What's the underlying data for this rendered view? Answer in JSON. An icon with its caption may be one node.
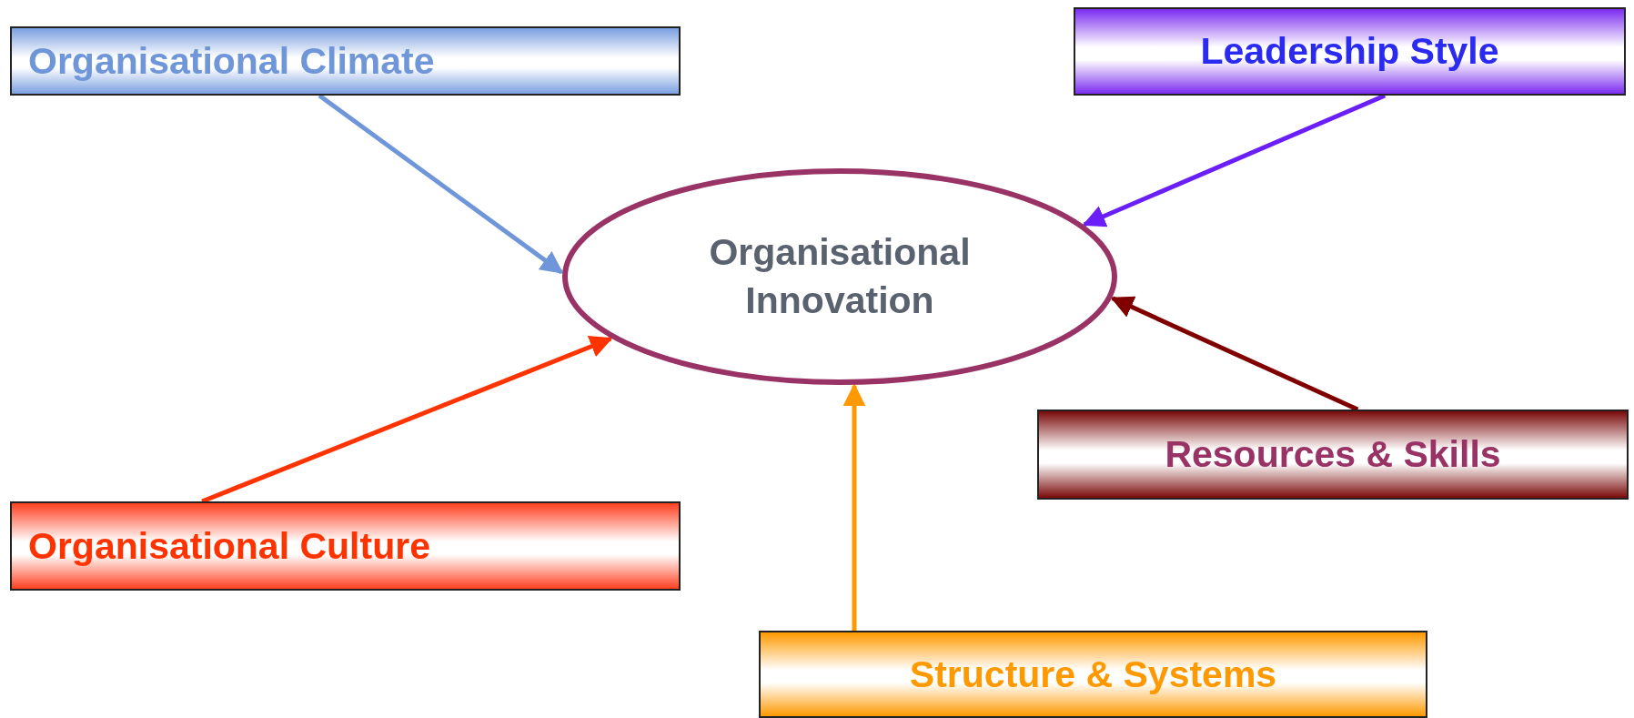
{
  "diagram": {
    "nodes": [
      {
        "text": [
          "Organisational Innovation"
        ]
      },
      {
        "text": [
          "Organisational Climate"
        ]
      },
      {
        "text": [
          "Leadership Style"
        ]
      },
      {
        "text": [
          "Resources & Skills"
        ]
      },
      {
        "text": [
          "Organisational Culture"
        ]
      },
      {
        "text": [
          "Structure & Systems"
        ]
      }
    ],
    "edges": [
      {
        "from": 1,
        "to": 0,
        "arrow": "to",
        "color": "#6f96d8"
      },
      {
        "from": 2,
        "to": 0,
        "arrow": "to",
        "color": "#6a1ef8"
      },
      {
        "from": 3,
        "to": 0,
        "arrow": "to",
        "color": "#800000"
      },
      {
        "from": 4,
        "to": 0,
        "arrow": "to",
        "color": "#ff3300"
      },
      {
        "from": 5,
        "to": 0,
        "arrow": "to",
        "color": "#ff9900"
      }
    ]
  }
}
